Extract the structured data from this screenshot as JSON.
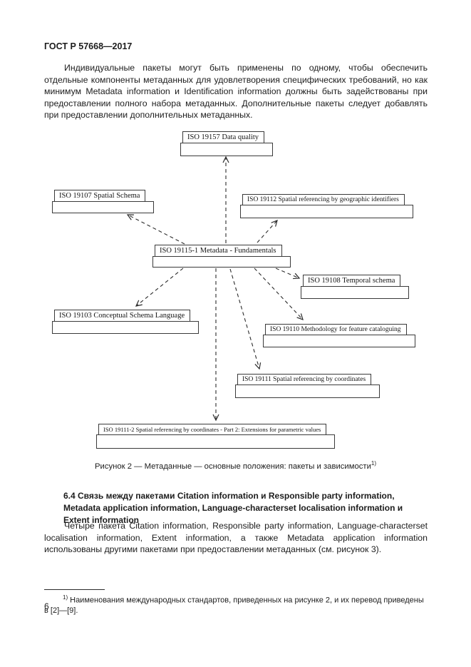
{
  "page": {
    "header": "ГОСТ Р 57668—2017",
    "page_number": "6"
  },
  "intro_paragraph": "Индивидуальные пакеты могут быть применены по одному, чтобы обеспечить отдельные компоненты метаданных для удовлетворения специфических требований, но как минимум Metadata information и Identification information должны быть задействованы при предоставлении полного набора метаданных. Дополнительные пакеты следует добавлять при предоставлении дополнительных метаданных.",
  "figure": {
    "caption": "Рисунок 2 — Метаданные — основные положения: пакеты и зависимости",
    "caption_footnote_ref": "1)",
    "nodes": [
      {
        "id": "iso19157",
        "label": "ISO 19157 Data quality"
      },
      {
        "id": "iso19107",
        "label": "ISO 19107 Spatial Schema"
      },
      {
        "id": "iso19112",
        "label": "ISO 19112 Spatial referencing by geographic identifiers"
      },
      {
        "id": "iso19115_1",
        "label": "ISO 19115-1 Metadata - Fundamentals"
      },
      {
        "id": "iso19108",
        "label": "ISO 19108 Temporal schema"
      },
      {
        "id": "iso19103",
        "label": "ISO 19103 Conceptual Schema Language"
      },
      {
        "id": "iso19110",
        "label": "ISO 19110 Methodology for feature cataloguing"
      },
      {
        "id": "iso19111",
        "label": "ISO 19111 Spatial referencing by coordinates"
      },
      {
        "id": "iso19111_2",
        "label": "ISO 19111-2 Spatial referencing by coordinates - Part 2: Extensions for parametric values"
      }
    ],
    "edges": [
      {
        "from": "iso19115_1",
        "to": "iso19157"
      },
      {
        "from": "iso19115_1",
        "to": "iso19107"
      },
      {
        "from": "iso19115_1",
        "to": "iso19112"
      },
      {
        "from": "iso19115_1",
        "to": "iso19108"
      },
      {
        "from": "iso19115_1",
        "to": "iso19103"
      },
      {
        "from": "iso19115_1",
        "to": "iso19110"
      },
      {
        "from": "iso19115_1",
        "to": "iso19111"
      },
      {
        "from": "iso19115_1",
        "to": "iso19111_2"
      }
    ]
  },
  "section": {
    "heading": "6.4 Связь между пакетами Citation information и Responsible party information, Metadata application information, Language-characterset localisation information и Extent information",
    "paragraph": "Четыре пакета Citation information, Responsible party information, Language-characterset localisation information, Extent information, а также Metadata application information использованы другими пакетами при предоставлении метаданных (см. рисунок 3)."
  },
  "footnote": {
    "marker": "1)",
    "text": "Наименования международных стандартов, приведенных на рисунке 2, и их перевод приведены в [2]—[9]."
  }
}
